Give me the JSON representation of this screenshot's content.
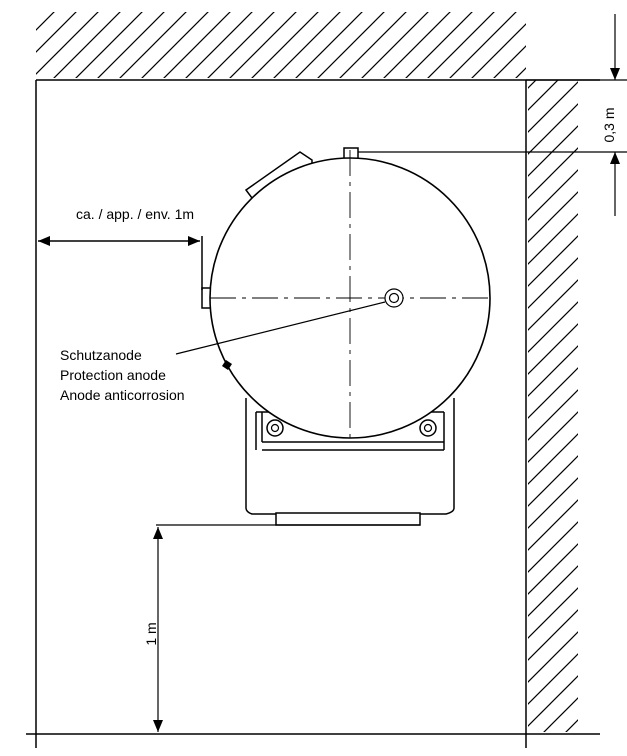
{
  "clearance_side": "ca. / app. / env. 1m",
  "clearance_top": "0,3 m",
  "clearance_bottom": "1 m",
  "anode_label": [
    "Schutzanode",
    "Protection anode",
    "Anode anticorrosion"
  ]
}
